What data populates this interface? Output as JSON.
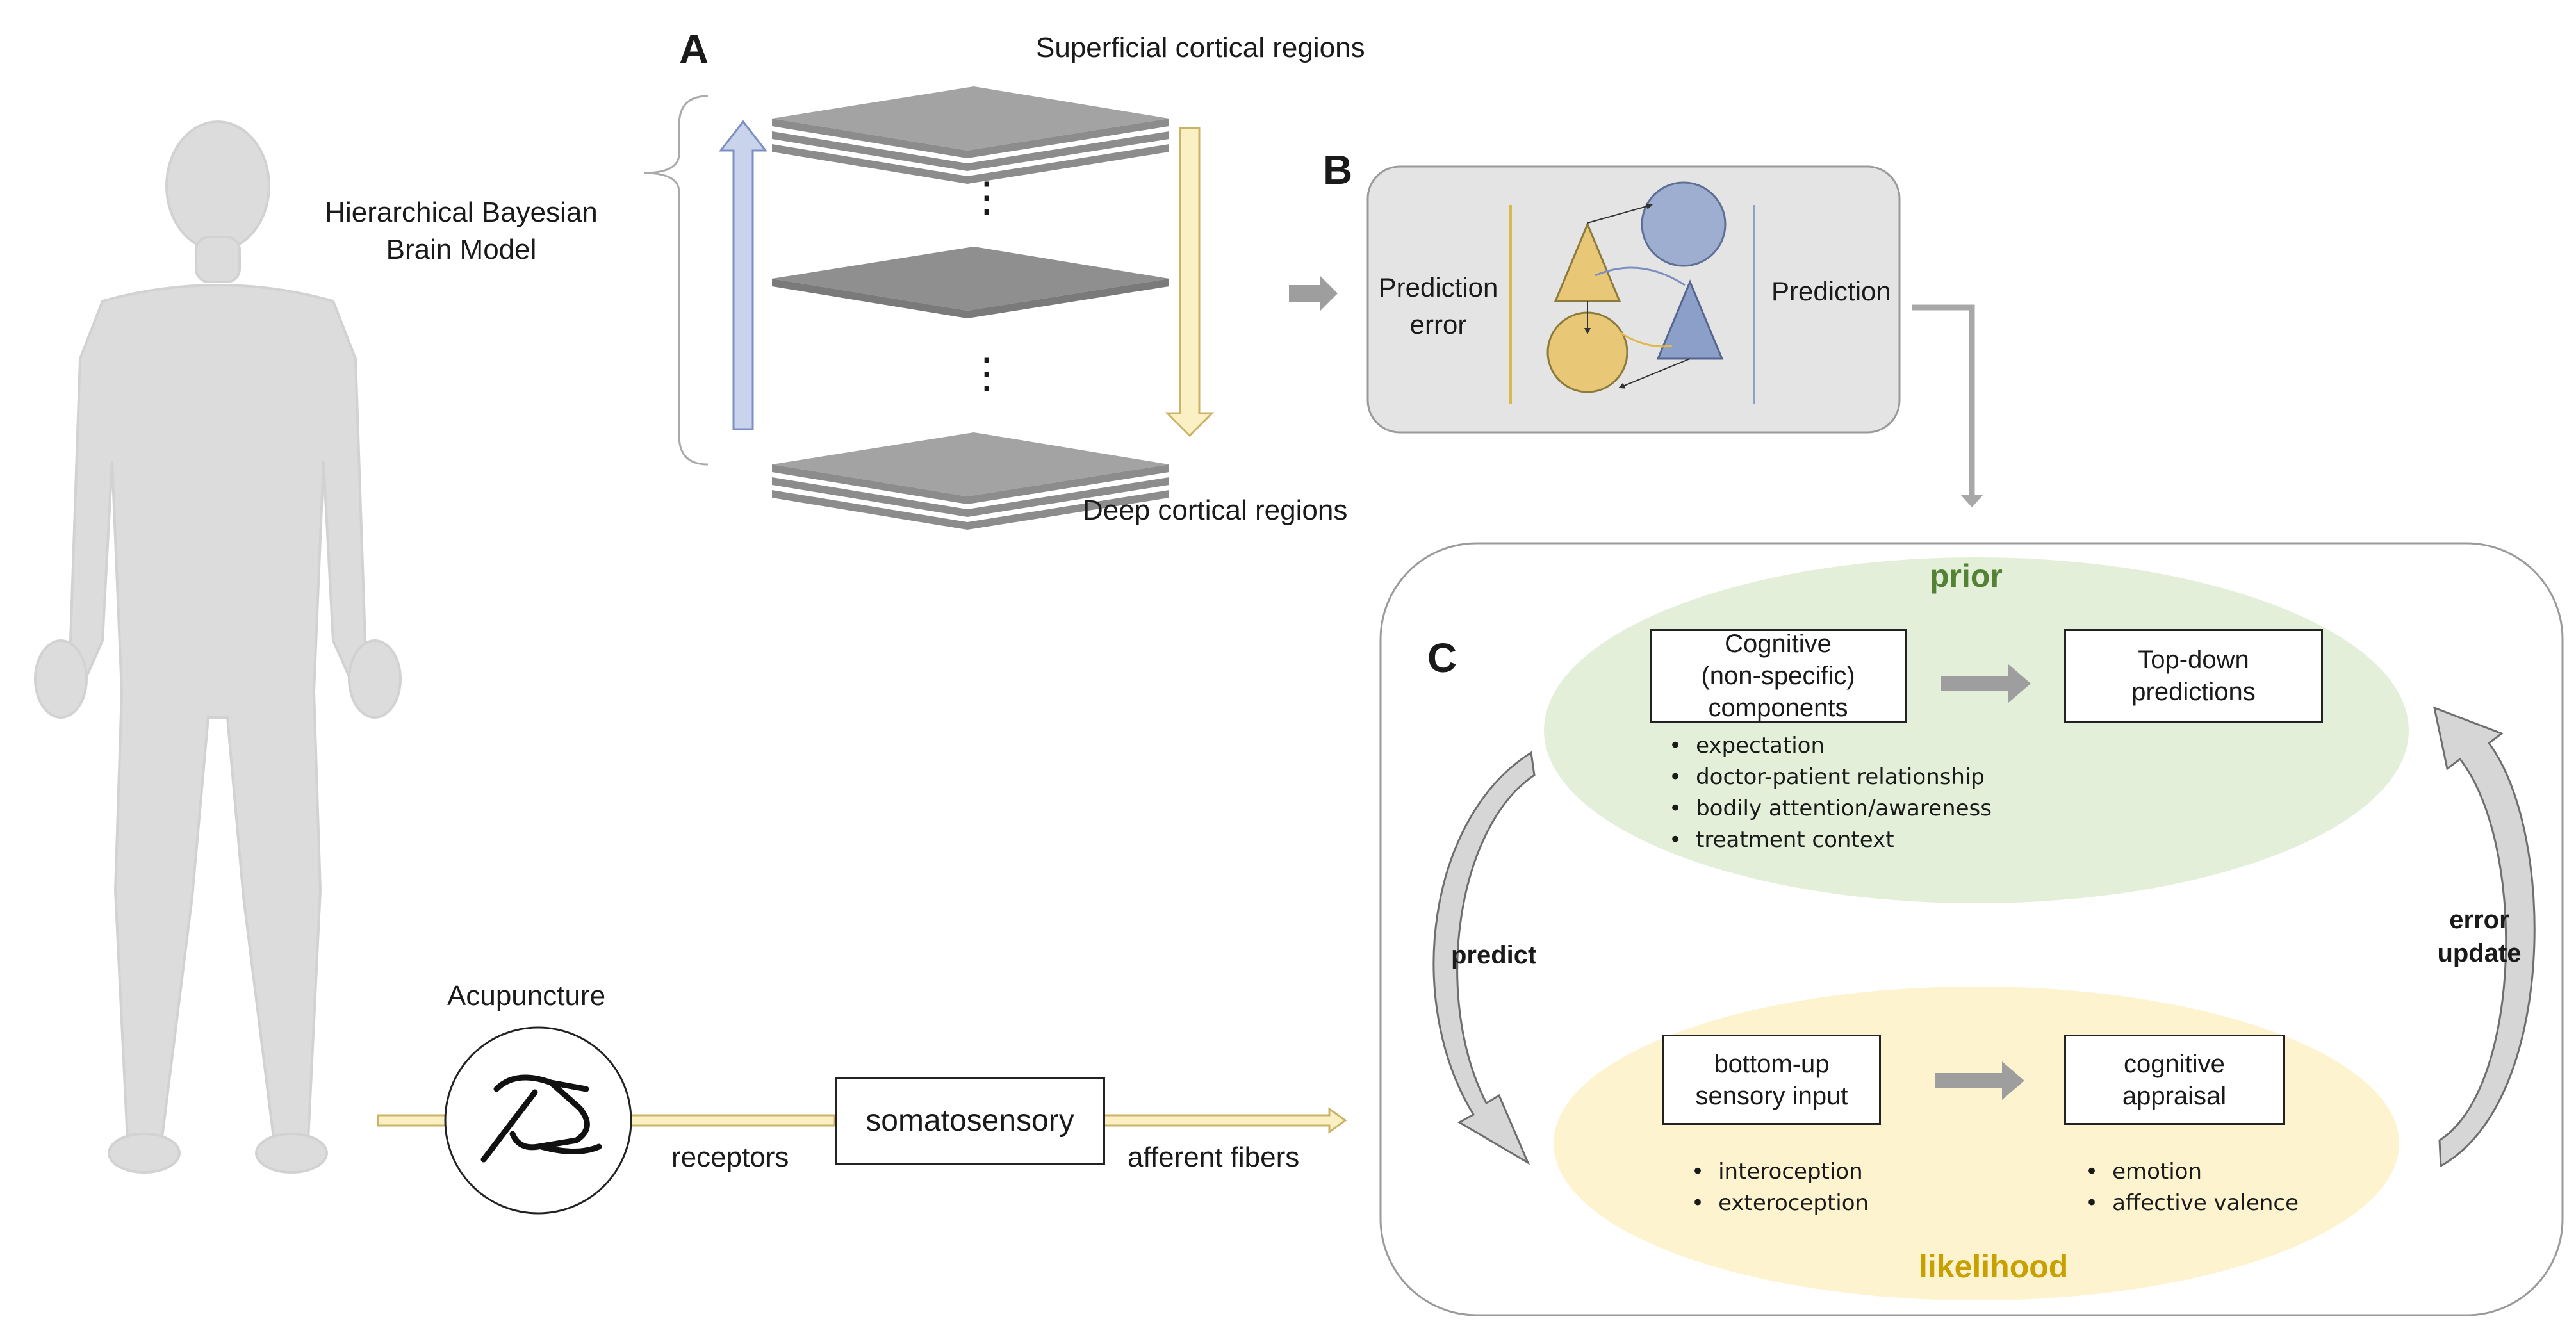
{
  "panels": {
    "a": "A",
    "b": "B",
    "c": "C"
  },
  "panel_a": {
    "model_label": [
      "Hierarchical Bayesian",
      "Brain Model"
    ],
    "top_label": "Superficial cortical regions",
    "bottom_label": "Deep cortical regions",
    "ellipsis": "⋮"
  },
  "panel_b": {
    "left_label": [
      "Prediction",
      "error"
    ],
    "right_label": "Prediction"
  },
  "panel_c": {
    "prior_title": "prior",
    "likelihood_title": "likelihood",
    "cognitive_box": [
      "Cognitive",
      "(non-specific)",
      "components"
    ],
    "topdown_box": [
      "Top-down",
      "predictions"
    ],
    "cognitive_bullets": [
      "expectation",
      "doctor-patient relationship",
      "bodily attention/awareness",
      "treatment context"
    ],
    "bottomup_box": [
      "bottom-up",
      "sensory input"
    ],
    "appraisal_box": [
      "cognitive",
      "appraisal"
    ],
    "bottomup_bullets": [
      "interoception",
      "exteroception"
    ],
    "appraisal_bullets": [
      "emotion",
      "affective valence"
    ],
    "predict_label": "predict",
    "error_update_label": [
      "error",
      "update"
    ]
  },
  "pathway": {
    "acupuncture_label": "Acupuncture",
    "receptors_label": "receptors",
    "somatosensory_label": "somatosensory",
    "afferent_label": "afferent fibers"
  },
  "colors": {
    "slab": "#8c8c8c",
    "blue_arrow": "#c9d3ec",
    "yellow_arrow": "#fbf0c4",
    "panel_b_bg": "#e4e4e4",
    "prior_ellipse": "#e3efd9",
    "likelihood_ellipse": "#fdf3cf",
    "prior_text": "#548235",
    "likelihood_text": "#c8a000",
    "human_figure": "#dcdcdc"
  }
}
